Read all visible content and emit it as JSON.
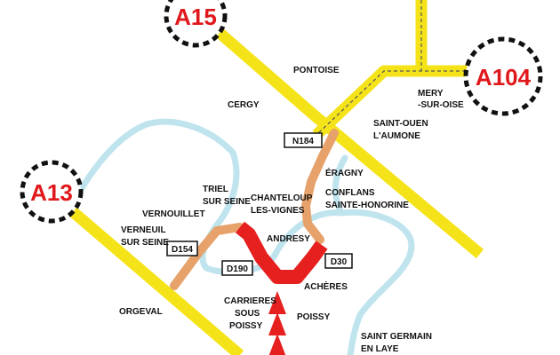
{
  "colors": {
    "motorway": "#f5e31a",
    "motorway_edge": "#d9c70e",
    "departmental": "#e6a26a",
    "project": "#e5201f",
    "river": "#bfe4ee",
    "badge_text": "#e0181b",
    "arrow": "#e5201f"
  },
  "motorways": {
    "a15": "A15",
    "a104": "A104",
    "a13": "A13"
  },
  "roads": {
    "n184": "N184",
    "d154": "D154",
    "d190": "D190",
    "d30": "D30"
  },
  "places": {
    "pontoise": "PONTOISE",
    "cergy": "CERGY",
    "mery": [
      "MERY",
      "-SUR-OISE"
    ],
    "saint_ouen": [
      "SAINT-OUEN",
      "L'AUMONE"
    ],
    "eragny": "ÉRAGNY",
    "triel": [
      "TRIEL",
      "SUR SEINE"
    ],
    "chanteloup": [
      "CHANTELOUP",
      "LES-VIGNES"
    ],
    "conflans": [
      "CONFLANS",
      "SAINTE-HONORINE"
    ],
    "vernouillet": "VERNOUILLET",
    "verneuil": [
      "VERNEUIL",
      "SUR SEINE"
    ],
    "andresy": "ANDRESY",
    "acheres": "ACHÈRES",
    "orgeval": "ORGEVAL",
    "carrieres": [
      "CARRIERES",
      "SOUS",
      "POISSY"
    ],
    "poissy": "POISSY",
    "saint_germain": [
      "SAINT GERMAIN",
      "EN LAYE"
    ]
  }
}
